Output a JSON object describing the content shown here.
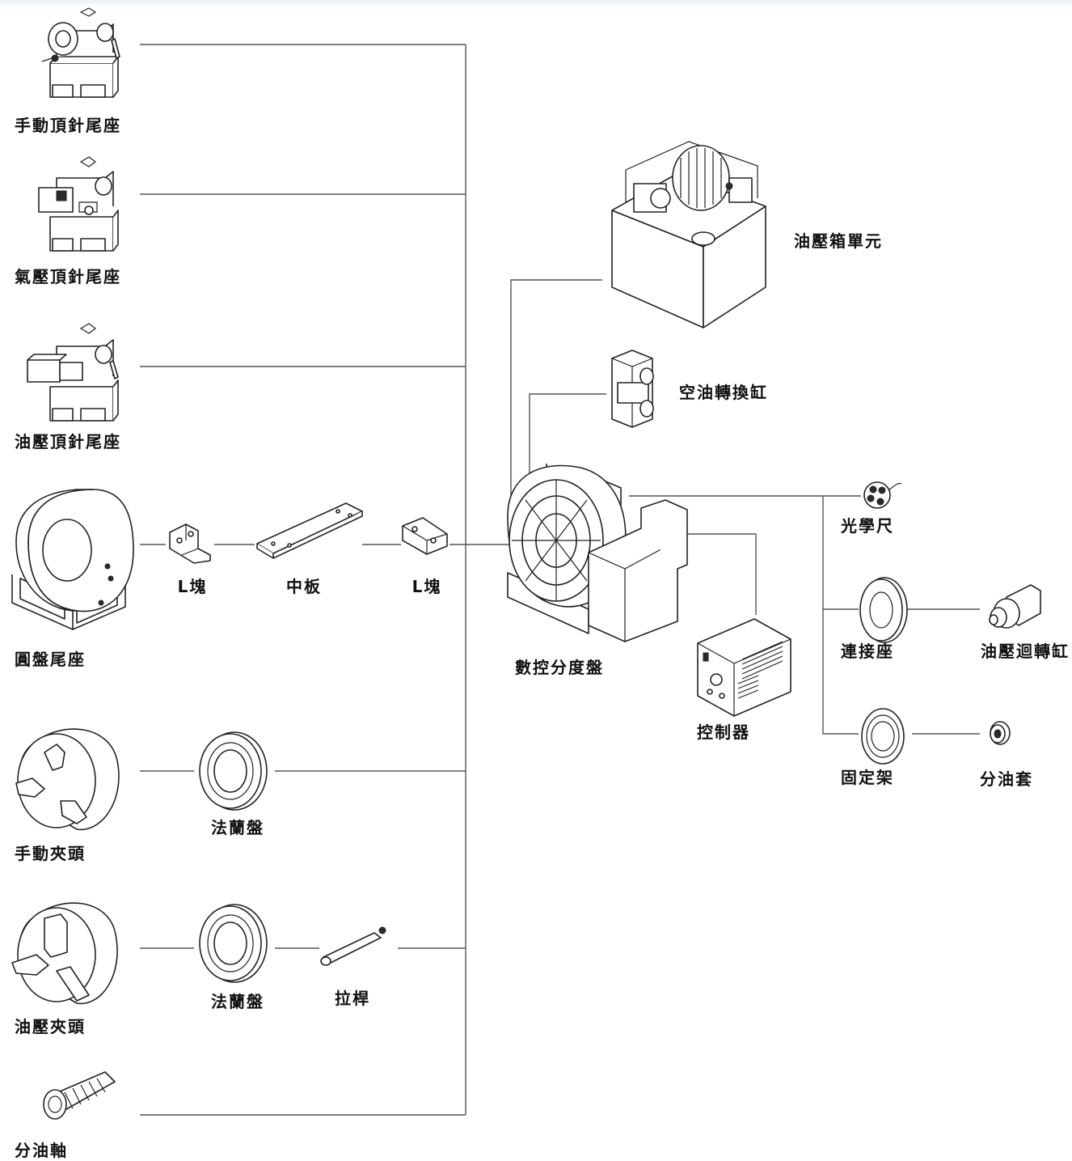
{
  "labels": {
    "manual_tailstock": "手動頂針尾座",
    "pneumatic_tailstock": "氣壓頂針尾座",
    "hydraulic_tailstock": "油壓頂針尾座",
    "disc_tailstock": "圓盤尾座",
    "l_block_left": "L塊",
    "middle_plate": "中板",
    "l_block_right": "L塊",
    "manual_chuck": "手動夾頭",
    "flange_manual": "法蘭盤",
    "hydraulic_chuck": "油壓夾頭",
    "flange_hydraulic": "法蘭盤",
    "draw_bar": "拉桿",
    "oil_shaft": "分油軸",
    "hydraulic_unit": "油壓箱單元",
    "air_oil_converter": "空油轉換缸",
    "cnc_rotary_table": "數控分度盤",
    "controller": "控制器",
    "optical_scale": "光學尺",
    "adapter_seat": "連接座",
    "hydraulic_rotary_cylinder": "油壓迴轉缸",
    "fixed_bracket": "固定架",
    "oil_sleeve": "分油套"
  },
  "colors": {
    "line": "#555555",
    "ink": "#222222",
    "background": "#ffffff"
  }
}
